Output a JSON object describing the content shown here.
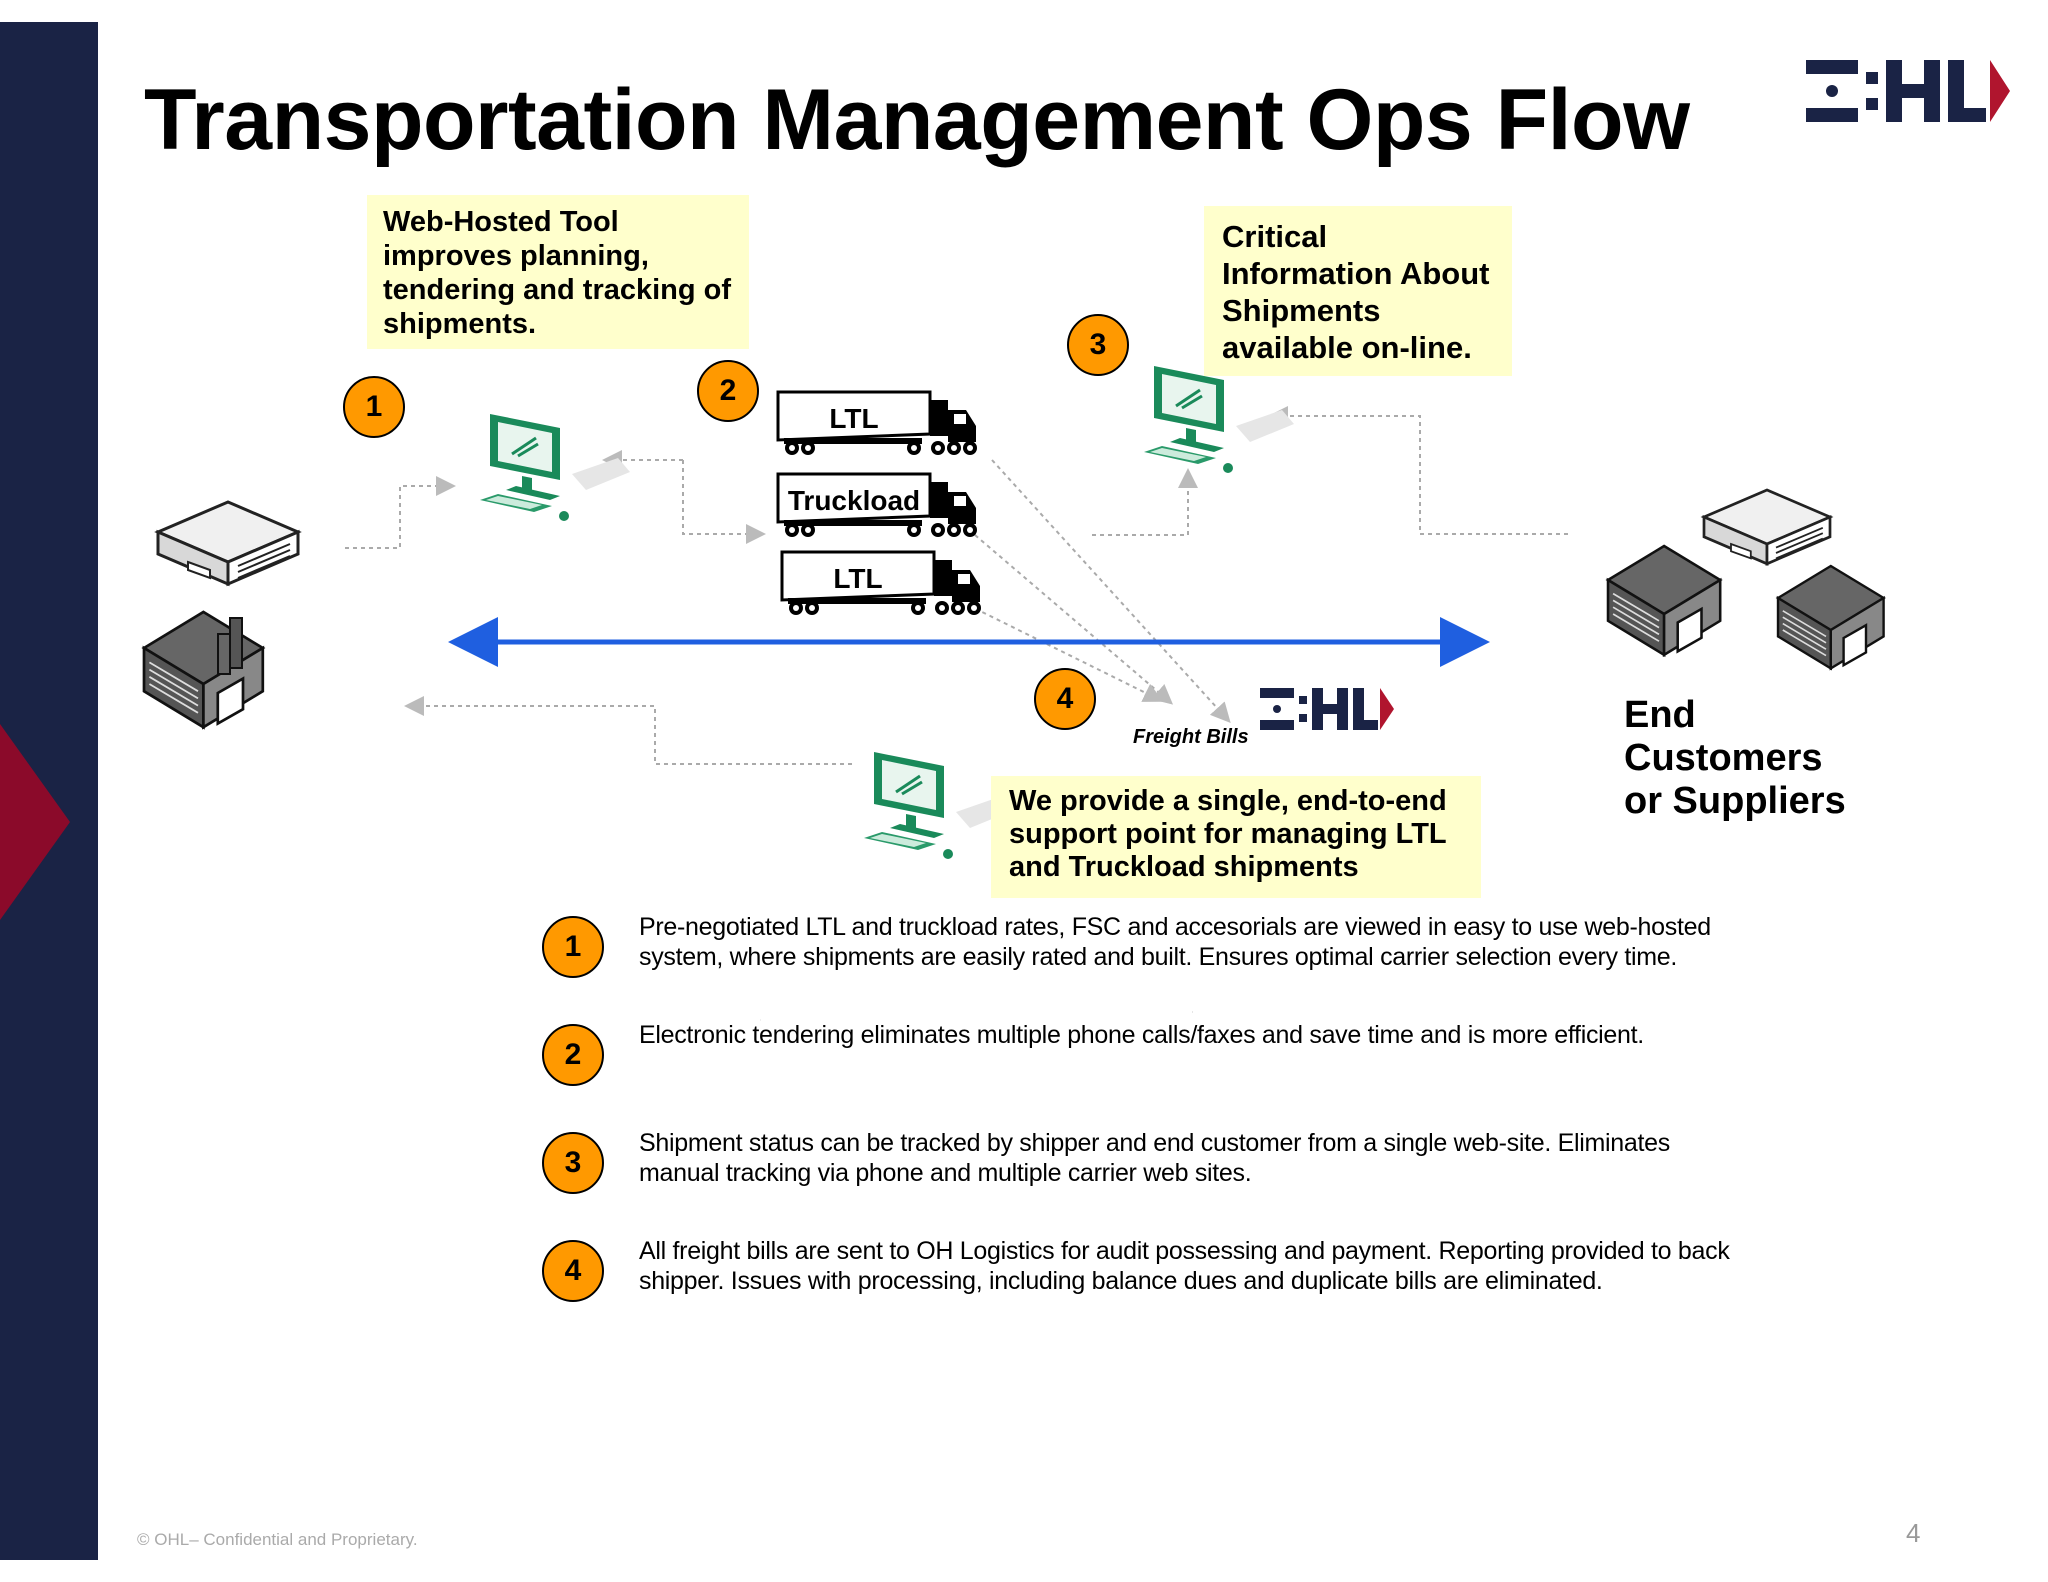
{
  "title": "Transportation Management Ops Flow",
  "brand": {
    "primary": "#1a2345",
    "accent": "#8b0a2a",
    "badge": "#ff9900",
    "callout_bg": "#ffffcc",
    "arrow": "#1f5fe0"
  },
  "callouts": {
    "tool": "Web-Hosted Tool improves planning, tendering and tracking of shipments.",
    "info": "Critical Information About Shipments available on-line.",
    "support": "We provide a single, end-to-end support point for managing LTL and Truckload shipments"
  },
  "diagram": {
    "trucks": [
      "LTL",
      "Truckload",
      "LTL"
    ],
    "freight_bills": "Freight Bills",
    "end_label_lines": [
      "End",
      "Customers",
      "or Suppliers"
    ],
    "badges": [
      "1",
      "2",
      "3",
      "4"
    ]
  },
  "items": [
    {
      "num": "1",
      "text": "Pre-negotiated LTL and truckload rates, FSC and accesorials are viewed in easy to use web-hosted system, where shipments are easily rated and built. Ensures optimal carrier selection every time."
    },
    {
      "num": "2",
      "text": "Electronic tendering eliminates multiple phone calls/faxes and save time and is more efficient."
    },
    {
      "num": "3",
      "text": "Shipment status can be tracked by shipper and end customer from a single web-site. Eliminates manual tracking via phone and multiple carrier web sites."
    },
    {
      "num": "4",
      "text": "All freight bills are sent to OH Logistics for audit possessing and payment. Reporting provided to back shipper. Issues with processing, including balance dues and duplicate bills are eliminated."
    }
  ],
  "footer": "© OHL– Confidential and Proprietary.",
  "page_number": "4",
  "logo_text": "OHL"
}
